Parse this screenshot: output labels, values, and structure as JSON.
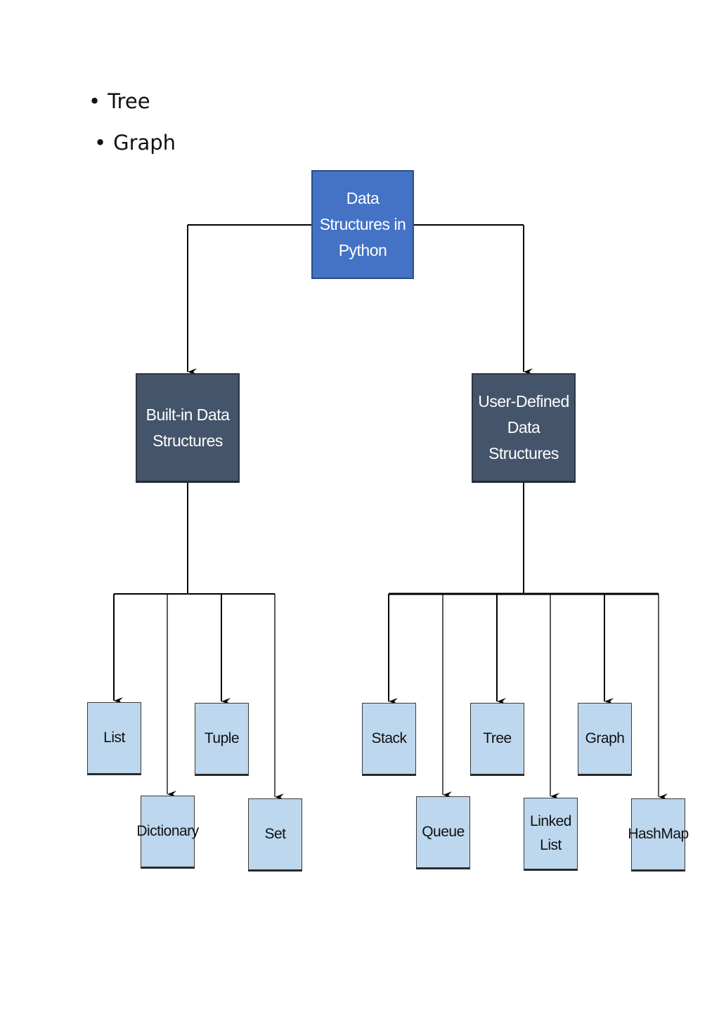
{
  "bullets": [
    {
      "symbol": "•",
      "text": "Tree"
    },
    {
      "symbol": "•",
      "text": "Graph"
    }
  ],
  "diagram": {
    "root": {
      "label": "Data Structures in Python"
    },
    "categories": [
      {
        "label": "Built-in Data Structures",
        "children": [
          "List",
          "Dictionary",
          "Tuple",
          "Set"
        ]
      },
      {
        "label": "User-Defined Data Structures",
        "children": [
          "Stack",
          "Queue",
          "Tree",
          "Linked List",
          "Graph",
          "HashMap"
        ]
      }
    ],
    "colors": {
      "root_fill": "#4472c4",
      "category_fill": "#44546a",
      "leaf_fill": "#bdd7ee",
      "connector": "#000000"
    }
  }
}
